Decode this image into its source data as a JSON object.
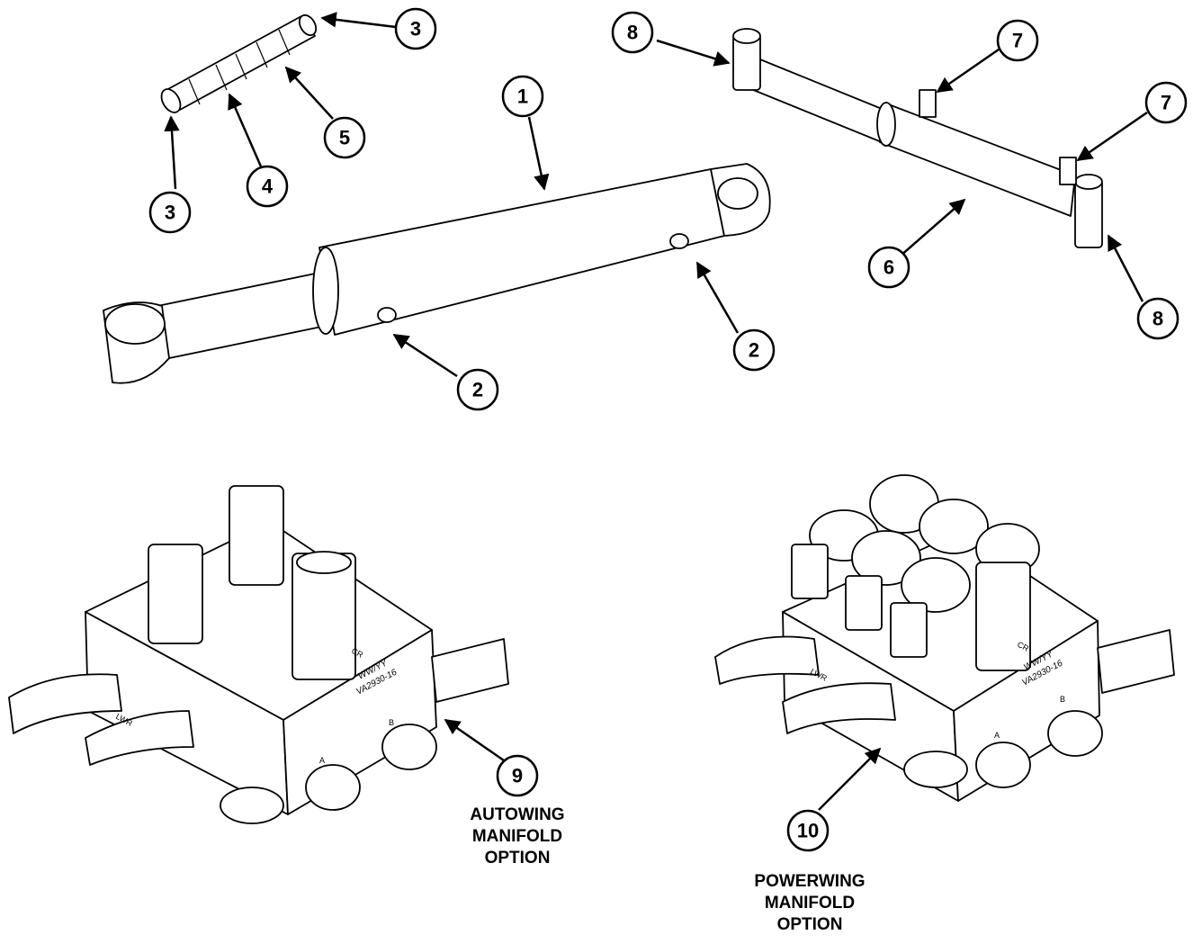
{
  "callouts": {
    "c1": "1",
    "c2a": "2",
    "c2b": "2",
    "c3a": "3",
    "c3b": "3",
    "c4": "4",
    "c5": "5",
    "c6": "6",
    "c7a": "7",
    "c7b": "7",
    "c8a": "8",
    "c8b": "8",
    "c9": "9",
    "c10": "10"
  },
  "captions": {
    "autowing": "AUTOWING\nMANIFOLD\nOPTION",
    "powerwing": "POWERWING\nMANIFOLD\nOPTION"
  },
  "stamps": {
    "auto_code1": "WW/YY",
    "auto_code2": "VA2930-16",
    "power_code1": "WW/YY",
    "power_code2": "VA2930-16"
  },
  "ports": {
    "lwr": "LWR",
    "a": "A",
    "b": "B",
    "cr": "CR"
  }
}
